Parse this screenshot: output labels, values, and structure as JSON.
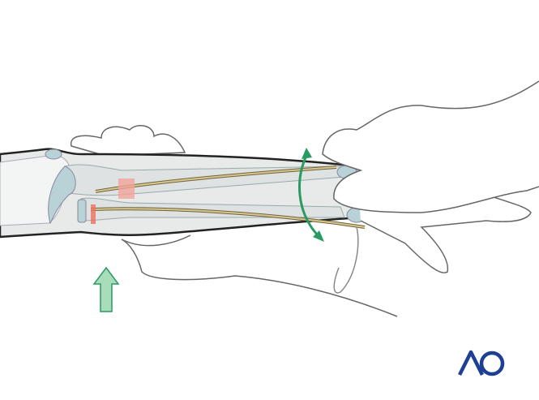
{
  "logo": {
    "text": "AO",
    "color": "#1d3f94"
  },
  "colors": {
    "skin_outline": "#555555",
    "limb_fill": "#e8e9e9",
    "bone_fill": "#d9dcdc",
    "cartilage": "#b9d2d8",
    "nail": "#c8b47a",
    "fracture_marker": "#f1a49a",
    "rotation_arrow": "#2a9a63",
    "push_arrow_fill": "#a9dcb8"
  },
  "icons": {
    "rotation": "double-headed-curved-arrow",
    "push": "up-arrow"
  }
}
